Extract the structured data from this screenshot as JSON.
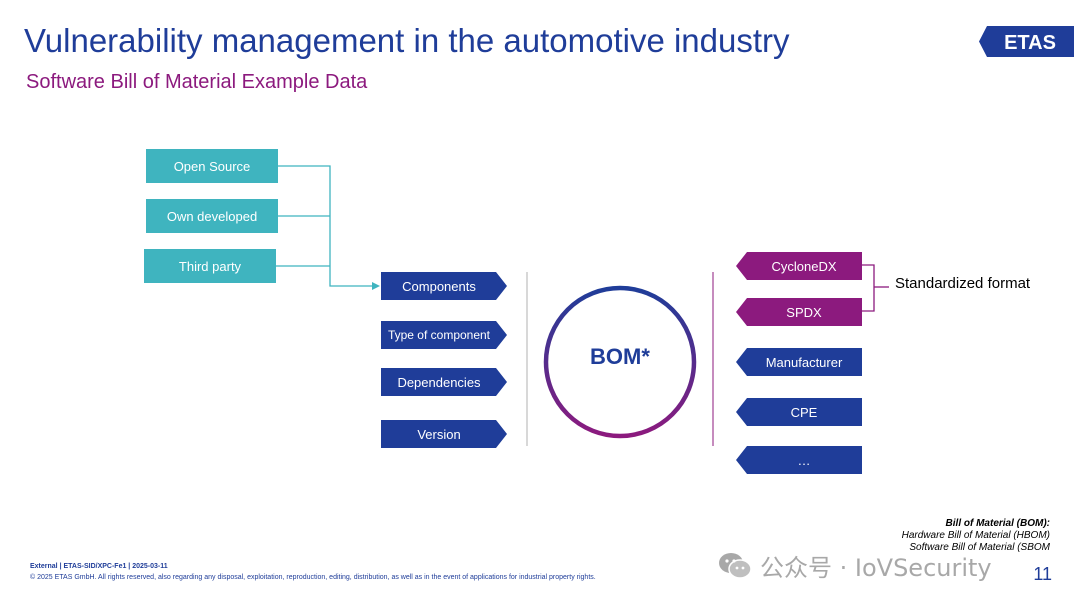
{
  "slide": {
    "title": "Vulnerability management in the automotive industry",
    "subtitle": "Software Bill of Material Example Data",
    "logo_text": "ETAS",
    "page_number": "11"
  },
  "sources": [
    "Open Source",
    "Own developed",
    "Third party"
  ],
  "left_tags": [
    "Components",
    "Type of component",
    "Dependencies",
    "Version"
  ],
  "center": {
    "label": "BOM*"
  },
  "right_tags": [
    {
      "label": "CycloneDX",
      "color": "#8c1a7e"
    },
    {
      "label": "SPDX",
      "color": "#8c1a7e"
    },
    {
      "label": "Manufacturer",
      "color": "#1f3d99"
    },
    {
      "label": "CPE",
      "color": "#1f3d99"
    },
    {
      "label": "…",
      "color": "#1f3d99"
    }
  ],
  "standardized_label": "Standardized format",
  "legend": {
    "heading": "Bill of Material (BOM):",
    "line1": "Hardware Bill of Material (HBOM)",
    "line2": "Software Bill of Material (SBOM"
  },
  "footer": {
    "line1": "External | ETAS-SID/XPC-Fe1 | 2025-03-11",
    "line2": "© 2025 ETAS GmbH. All rights reserved, also regarding any disposal, exploitation, reproduction, editing, distribution, as well as in the event of applications for industrial property rights."
  },
  "watermark": {
    "text": "公众号 · IoVSecurity",
    "icon": "wechat-icon"
  },
  "colors": {
    "primary_blue": "#1f3d99",
    "purple": "#8c1a7e",
    "teal": "#3fb4bf"
  }
}
